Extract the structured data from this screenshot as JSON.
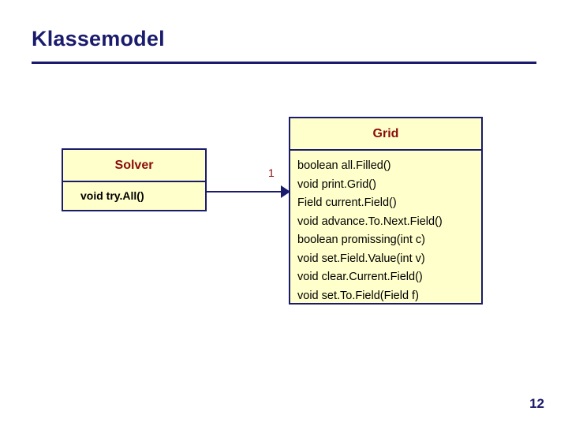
{
  "slide": {
    "title": "Klassemodel",
    "page_number": "12",
    "colors": {
      "title": "#1b1b6e",
      "box_border": "#1b1b6e",
      "box_fill": "#ffffcc",
      "class_name": "#8a0b0b",
      "text": "#000000"
    }
  },
  "diagram": {
    "type": "uml-class-diagram",
    "classes": [
      {
        "id": "solver",
        "name": "Solver",
        "members": [
          "void  try.All()"
        ]
      },
      {
        "id": "grid",
        "name": "Grid",
        "members": [
          "boolean  all.Filled()",
          "void  print.Grid()",
          "Field  current.Field()",
          "void  advance.To.Next.Field()",
          "boolean  promissing(int c)",
          "void  set.Field.Value(int v)",
          "void  clear.Current.Field()",
          "void  set.To.Field(Field f)"
        ]
      }
    ],
    "associations": [
      {
        "from": "solver",
        "to": "grid",
        "multiplicity": "1"
      }
    ]
  }
}
